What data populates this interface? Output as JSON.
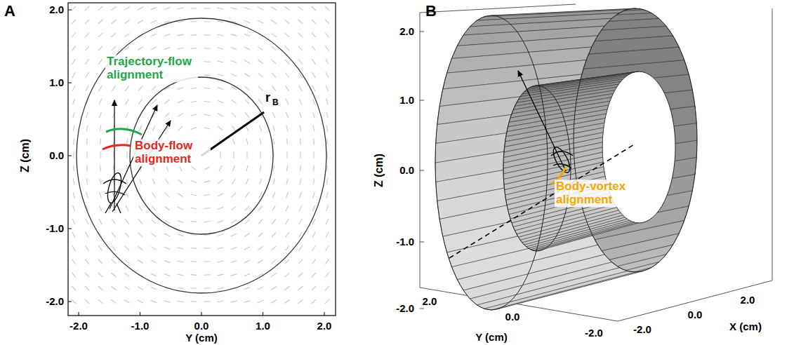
{
  "diagram": {
    "labels": [
      "A",
      "2.0",
      "1.0",
      "0.0",
      "-1.0",
      "-2.0",
      "-2.0",
      "-1.0",
      "0.0",
      "1.0",
      "2.0",
      "Z (cm)",
      "Y (cm)",
      "r",
      "B",
      "Trajectory-flow alignment",
      "Body-flow alignment",
      "B",
      "2.0",
      "1.0",
      "0.0",
      "-1.0",
      "-2.0",
      "Z (cm)",
      "2.0",
      "0.0",
      "-2.0",
      "Y (cm)",
      "-2.0",
      "0.0",
      "2.0",
      "X (cm)",
      "Body-vortex alignment"
    ]
  }
}
